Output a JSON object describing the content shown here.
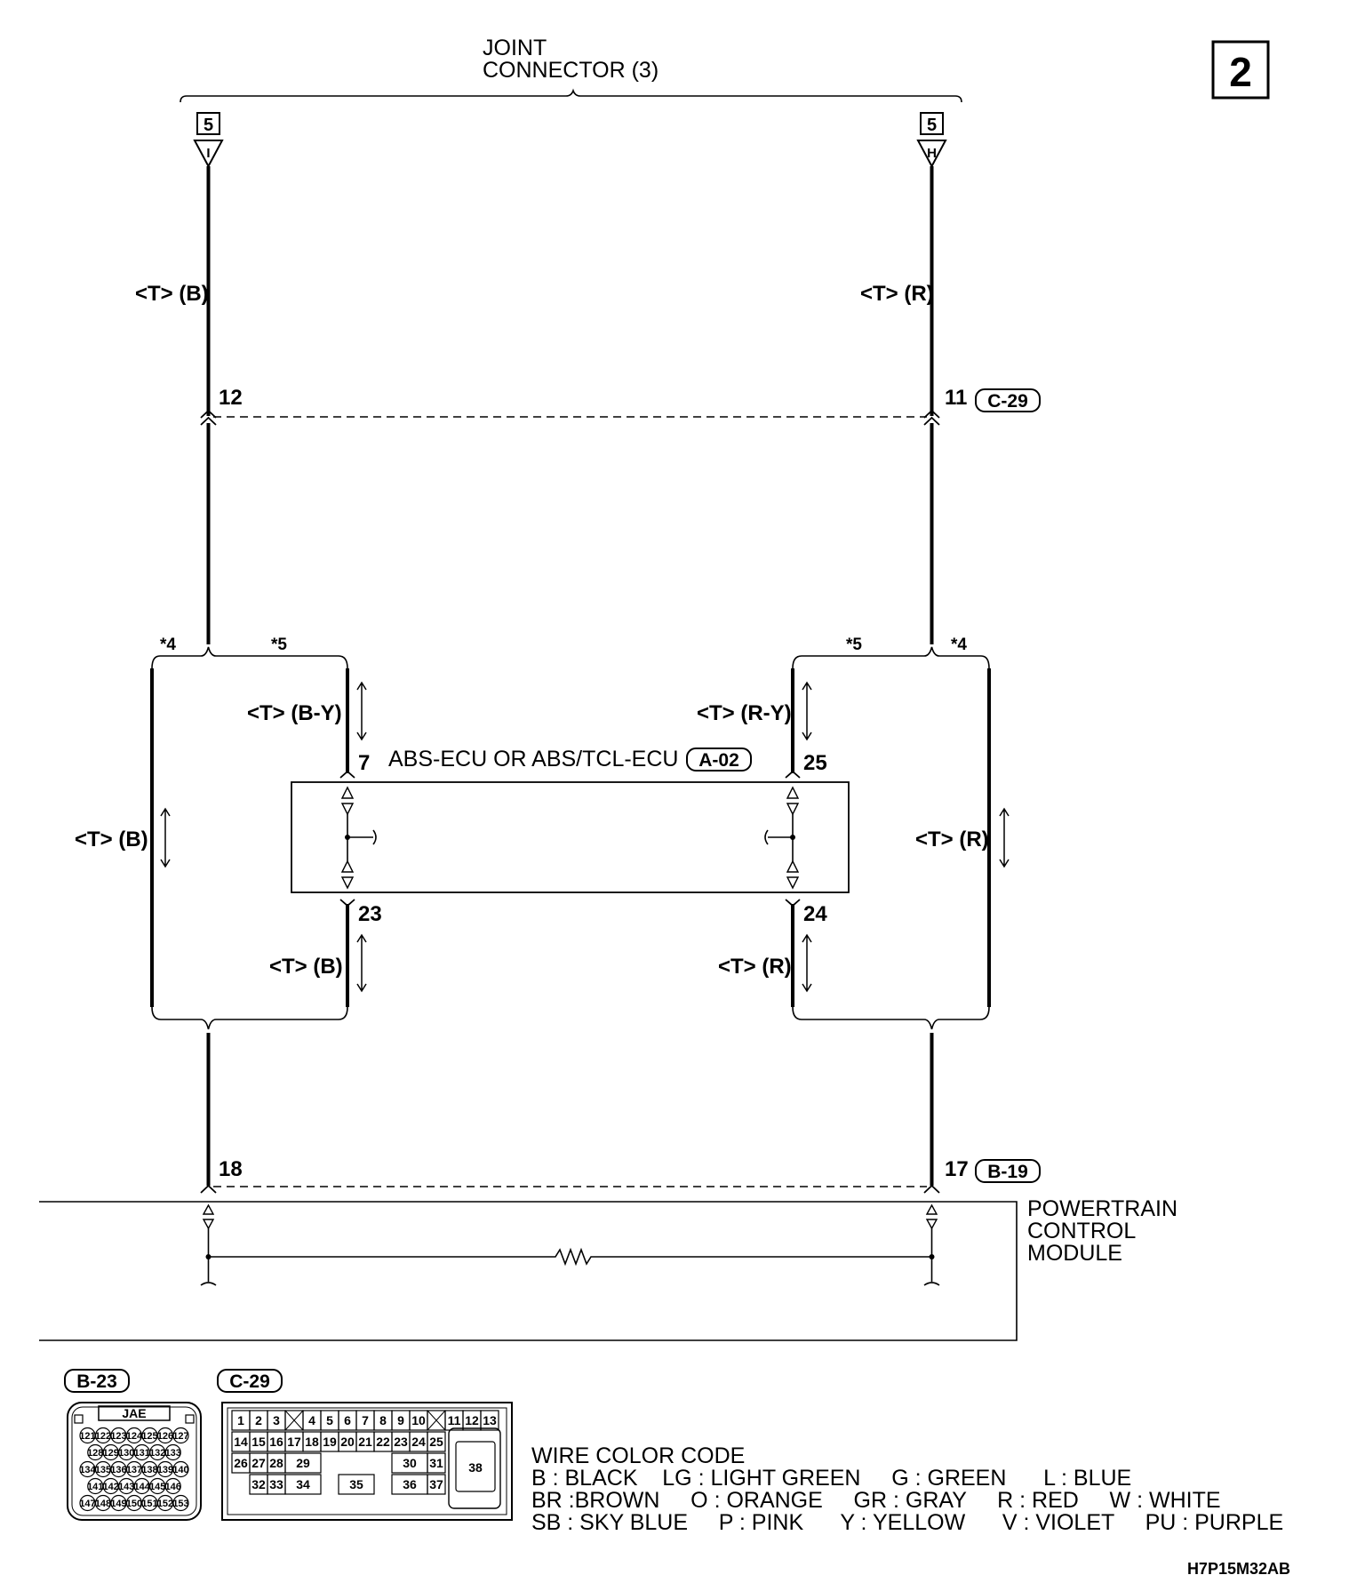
{
  "page_number": "2",
  "joint_connector": {
    "line1": "JOINT",
    "line2": "CONNECTOR (3)",
    "left_pin": "5",
    "left_letter": "I",
    "right_pin": "5",
    "right_letter": "H"
  },
  "wires": {
    "top_left": "<T> (B)",
    "top_right": "<T> (R)",
    "mid_left_outer": "<T> (B)",
    "mid_right_outer": "<T> (R)",
    "mid_left_inner": "<T> (B-Y)",
    "mid_right_inner": "<T> (R-Y)",
    "low_left_inner": "<T> (B)",
    "low_right_inner": "<T> (R)"
  },
  "pins": {
    "c29_left": "12",
    "c29_right": "11",
    "ecu_top_left": "7",
    "ecu_top_right": "25",
    "ecu_bottom_left": "23",
    "ecu_bottom_right": "24",
    "pcm_left": "18",
    "pcm_right": "17"
  },
  "variants": {
    "left_a": "*4",
    "left_b": "*5",
    "right_a": "*5",
    "right_b": "*4"
  },
  "connectors": {
    "c29": "C-29",
    "a02": "A-02",
    "b19": "B-19",
    "b23": "B-23"
  },
  "ecu_label": "ABS-ECU OR ABS/TCL-ECU",
  "pcm_label": {
    "line1": "POWERTRAIN",
    "line2": "CONTROL",
    "line3": "MODULE"
  },
  "b23_face": {
    "header": "JAE",
    "rows": [
      [
        "121",
        "122",
        "123",
        "124",
        "125",
        "126",
        "127"
      ],
      [
        "128",
        "129",
        "130",
        "131",
        "132",
        "133"
      ],
      [
        "134",
        "135",
        "136",
        "137",
        "138",
        "139",
        "140"
      ],
      [
        "141",
        "142",
        "143",
        "144",
        "145",
        "146"
      ],
      [
        "147",
        "148",
        "149",
        "150",
        "151",
        "152",
        "153"
      ]
    ]
  },
  "c29_face": {
    "row1": [
      "1",
      "2",
      "3",
      "4",
      "5",
      "6",
      "7",
      "8",
      "9",
      "10",
      "11",
      "12",
      "13"
    ],
    "row2": [
      "14",
      "15",
      "16",
      "17",
      "18",
      "19",
      "20",
      "21",
      "22",
      "23",
      "24",
      "25"
    ],
    "row3": [
      "26",
      "27",
      "28",
      "29",
      "30",
      "31"
    ],
    "row4": [
      "32",
      "33",
      "34",
      "35",
      "36",
      "37"
    ],
    "big": "38"
  },
  "wire_color_code": {
    "title": "WIRE COLOR CODE",
    "line1": "B : BLACK    LG : LIGHT GREEN     G : GREEN      L : BLUE",
    "line2": "BR :BROWN     O : ORANGE     GR : GRAY     R : RED     W : WHITE",
    "line3": "SB : SKY BLUE     P : PINK      Y : YELLOW      V : VIOLET     PU : PURPLE"
  },
  "diagram_code": "H7P15M32AB"
}
